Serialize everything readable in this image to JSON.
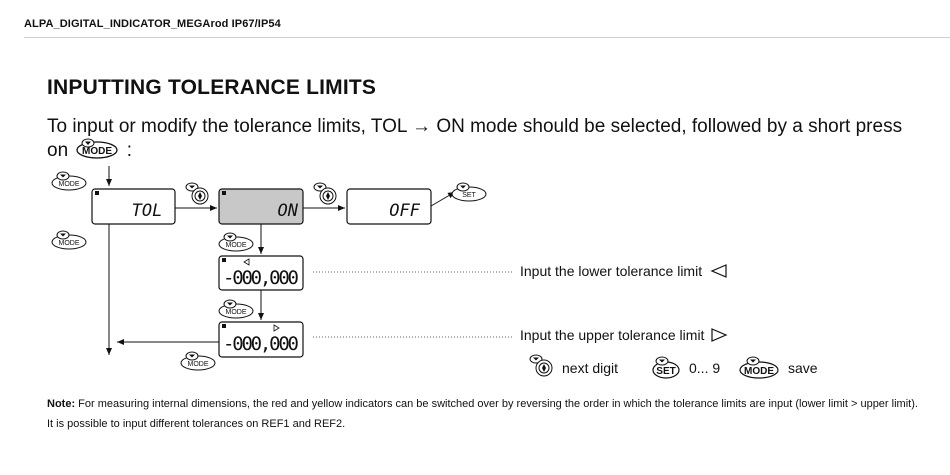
{
  "header": {
    "title": "ALPA_DIGITAL_INDICATOR_MEGArod IP67/IP54"
  },
  "section": {
    "title": "INPUTTING TOLERANCE LIMITS",
    "intro_text": "To input or modify the tolerance limits, TOL → ON mode should be selected, followed by a short press on",
    "intro_end": ":"
  },
  "buttons": {
    "mode": "MODE",
    "set": "SET"
  },
  "displays": {
    "tol": "TOL",
    "on": "ON",
    "off": "OFF",
    "lower_value": "-000,000",
    "upper_value": "-000,000"
  },
  "labels": {
    "lower": "Input the lower tolerance limit",
    "upper": "Input the upper tolerance limit"
  },
  "legend": {
    "next_digit": "next digit",
    "digits": "0... 9",
    "save": "save"
  },
  "note": {
    "label": "Note:",
    "text": "For measuring internal dimensions, the red and yellow indicators can be switched over by reversing the order in which the tolerance limits are input (lower limit > upper limit). It is possible to input different tolerances on REF1 and REF2."
  },
  "colors": {
    "highlight_fill": "#c8c8c8",
    "rule": "#cfcfcf"
  }
}
